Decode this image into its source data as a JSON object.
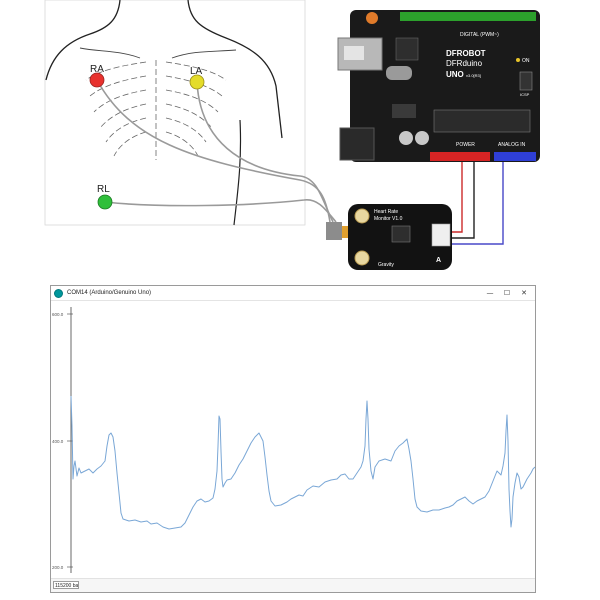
{
  "illustration": {
    "electrodes": [
      {
        "label": "RA",
        "color": "#e8322e"
      },
      {
        "label": "LA",
        "color": "#e4dc2a"
      },
      {
        "label": "RL",
        "color": "#2fbf3a"
      }
    ],
    "board": {
      "brand": "DFROBOT",
      "model_line1": "DFRduino",
      "model_line2": "UNO",
      "version": "v3.0[R3]",
      "digital_header": "DIGITAL (PWM~)",
      "power_header": "POWER",
      "analog_header": "ANALOG IN",
      "on_label": "ON",
      "icsp_label": "ICSP",
      "color": "#1a1a1a",
      "header_green": "#2ca02c",
      "header_red": "#d62424",
      "header_blue": "#2f3fd6"
    },
    "sensor": {
      "title_line1": "Heart Rate",
      "title_line2": "Monitor V1.0",
      "brand": "Gravity",
      "marker": "A",
      "color": "#121212"
    },
    "wire_colors": {
      "red": "#cc2a2a",
      "black": "#222222",
      "blue": "#4848c8",
      "gray": "#9a9a9a"
    }
  },
  "plotter": {
    "window_title": "COM14 (Arduino/Genuino Uno)",
    "controls": {
      "minimize": "—",
      "maximize": "☐",
      "close": "✕"
    },
    "y_axis_ticks": [
      "600.0",
      "400.0",
      "200.0"
    ],
    "line_color": "#7aa7d6",
    "baud_value": "115200 baud"
  }
}
